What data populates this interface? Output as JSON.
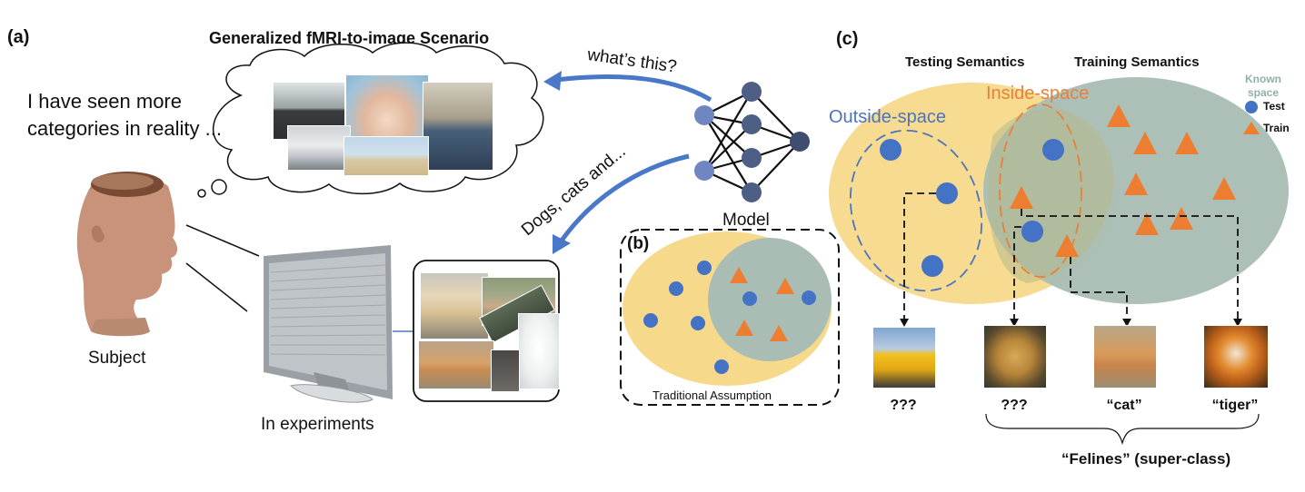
{
  "panel_a": {
    "label": "(a)",
    "title": "Generalized fMRI-to-image Scenario",
    "thought_lines": [
      "I have seen more",
      "categories in reality ..."
    ],
    "query_text": "what’s this?",
    "answer_text": "Dogs, cats and...",
    "model_label": "Model",
    "subject_label": "Subject",
    "experiments_label": "In experiments"
  },
  "panel_b": {
    "label": "(b)",
    "caption": "Traditional Assumption"
  },
  "panel_c": {
    "label": "(c)",
    "testing_label": "Testing Semantics",
    "training_label": "Training Semantics",
    "outside_label": "Outside-space",
    "inside_label": "Inside-space",
    "known_lines": [
      "Known",
      "space"
    ],
    "legend_test": "Test",
    "legend_train": "Train",
    "captions": [
      "???",
      "???",
      "“cat”",
      "“tiger”"
    ],
    "superclass_label": "“Felines” (super-class)"
  },
  "colors": {
    "test_blue": "#4472c4",
    "train_orange": "#ed7d31",
    "testing_space": "#f6d98b",
    "training_space": "#a9bdb4",
    "outside_blue": "#4a74c0",
    "inside_orange": "#e8803a",
    "known_text": "#8fb0a8",
    "arrow_blue": "#4a78c8",
    "node": "#4e5f86"
  }
}
